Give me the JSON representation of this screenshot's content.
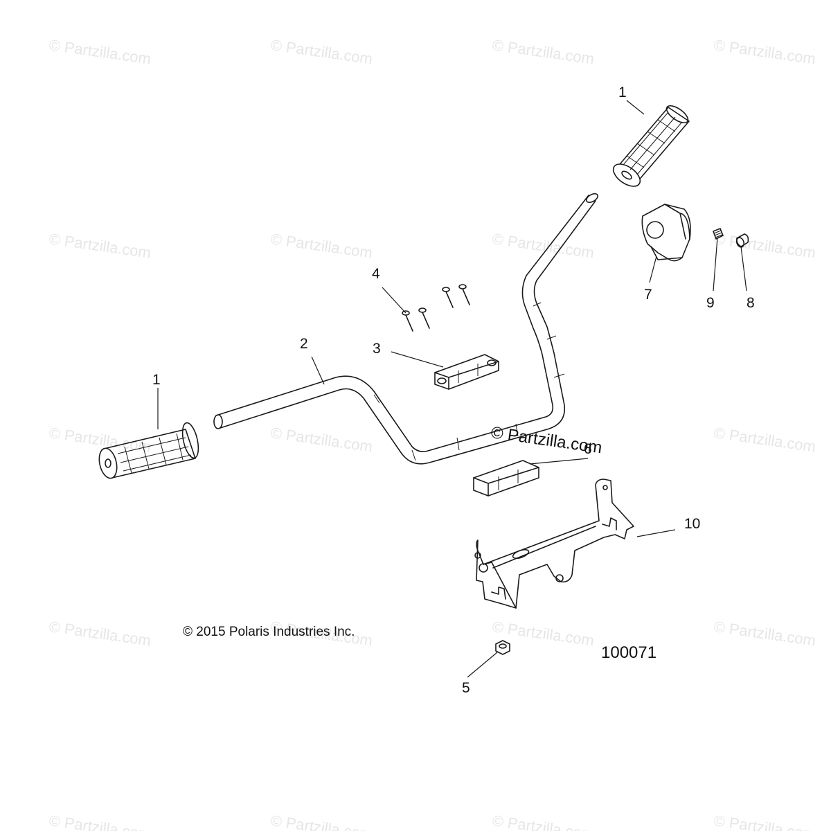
{
  "callouts": {
    "grip_right": "1",
    "grip_left": "1",
    "handlebar": "2",
    "upper_clamp": "3",
    "bolts": "4",
    "nut": "5",
    "lower_clamp": "6",
    "switch_housing": "7",
    "plug": "8",
    "screw": "9",
    "bracket": "10"
  },
  "copyright": "© 2015 Polaris Industries Inc.",
  "figure_id": "100071",
  "watermark_text": "© Partzilla.com",
  "watermark_center": "© Partzilla.com"
}
